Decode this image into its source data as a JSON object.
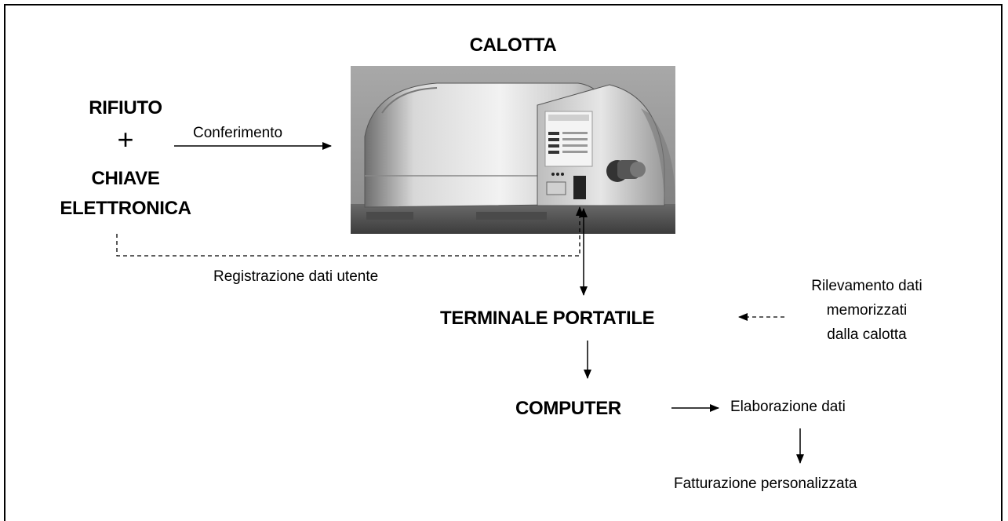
{
  "diagram": {
    "title": "CALOTTA",
    "waste_label": "RIFIUTO",
    "plus_sign": "+",
    "key_label_line1": "CHIAVE",
    "key_label_line2": "ELETTRONICA",
    "deposit_label": "Conferimento",
    "user_data_label": "Registrazione dati utente",
    "terminal_label": "TERMINALE PORTATILE",
    "retrieval_label_line1": "Rilevamento dati",
    "retrieval_label_line2": "memorizzati",
    "retrieval_label_line3": "dalla calotta",
    "computer_label": "COMPUTER",
    "processing_label": "Elaborazione dati",
    "billing_label": "Fatturazione personalizzata"
  },
  "colors": {
    "line": "#000000",
    "background": "#ffffff"
  }
}
